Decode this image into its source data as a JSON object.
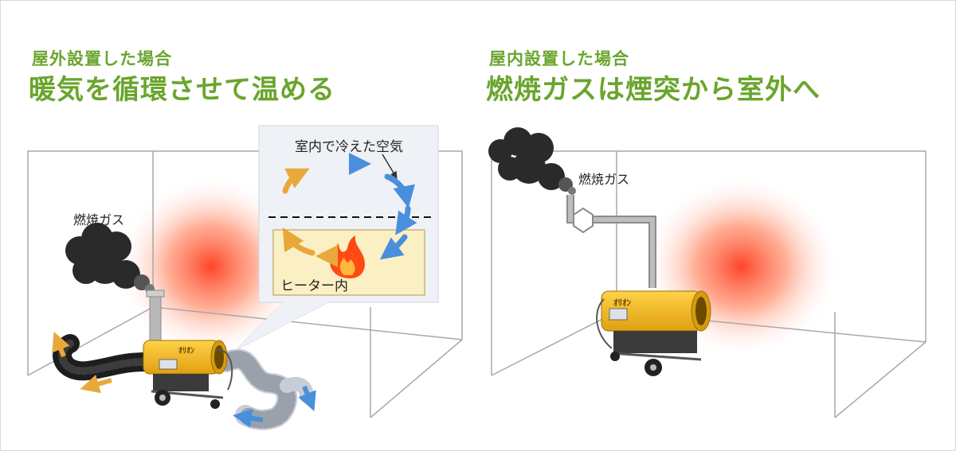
{
  "left_panel": {
    "subtitle": "屋外設置した場合",
    "title": "暖気を循環させて温める",
    "exhaust_label": "燃焼ガス",
    "cooled_air_label": "室内で冷えた空気",
    "heater_inside_label": "ヒーター内",
    "heater_brand": "ｵﾘｵﾝ"
  },
  "right_panel": {
    "subtitle": "屋内設置した場合",
    "title": "燃焼ガスは煙突から室外へ",
    "exhaust_label": "燃焼ガス",
    "heater_brand": "ｵﾘｵﾝ"
  },
  "colors": {
    "title_green": "#6aa52c",
    "heater_yellow": "#f2b51c",
    "arrow_blue": "#4a8fdc",
    "arrow_orange": "#e9a83a",
    "heat_red": "#ff3b1f",
    "smoke": "#2a2a2a",
    "room_line": "#a8a8a8",
    "inset_bg": "#eef1f6",
    "heater_chamber": "#fbefc4"
  }
}
